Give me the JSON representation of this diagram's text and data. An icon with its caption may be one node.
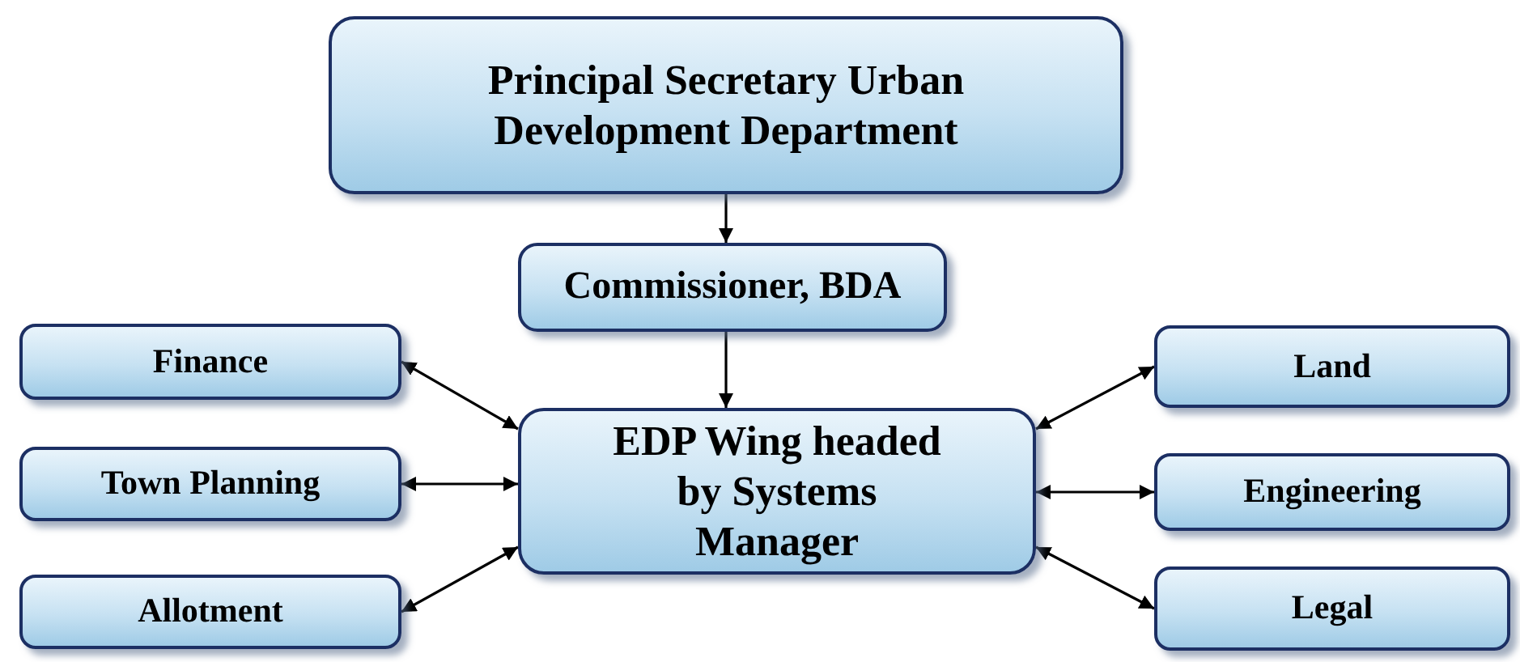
{
  "diagram": {
    "nodes": [
      {
        "text": [
          "Principal Secretary Urban Development Department"
        ]
      },
      {
        "text": [
          "Commissioner, BDA"
        ]
      },
      {
        "text": [
          "EDP Wing headed by Systems Manager"
        ]
      },
      {
        "text": [
          "Finance"
        ]
      },
      {
        "text": [
          "Town Planning"
        ]
      },
      {
        "text": [
          "Allotment"
        ]
      },
      {
        "text": [
          "Land"
        ]
      },
      {
        "text": [
          "Engineering"
        ]
      },
      {
        "text": [
          "Legal"
        ]
      }
    ],
    "edges": [
      {
        "from": 0,
        "to": 1,
        "arrow": "to"
      },
      {
        "from": 1,
        "to": 2,
        "arrow": "to"
      },
      {
        "from": 3,
        "to": 2,
        "arrow": "both"
      },
      {
        "from": 4,
        "to": 2,
        "arrow": "both"
      },
      {
        "from": 5,
        "to": 2,
        "arrow": "both"
      },
      {
        "from": 6,
        "to": 2,
        "arrow": "both"
      },
      {
        "from": 7,
        "to": 2,
        "arrow": "both"
      },
      {
        "from": 8,
        "to": 2,
        "arrow": "both"
      }
    ]
  }
}
